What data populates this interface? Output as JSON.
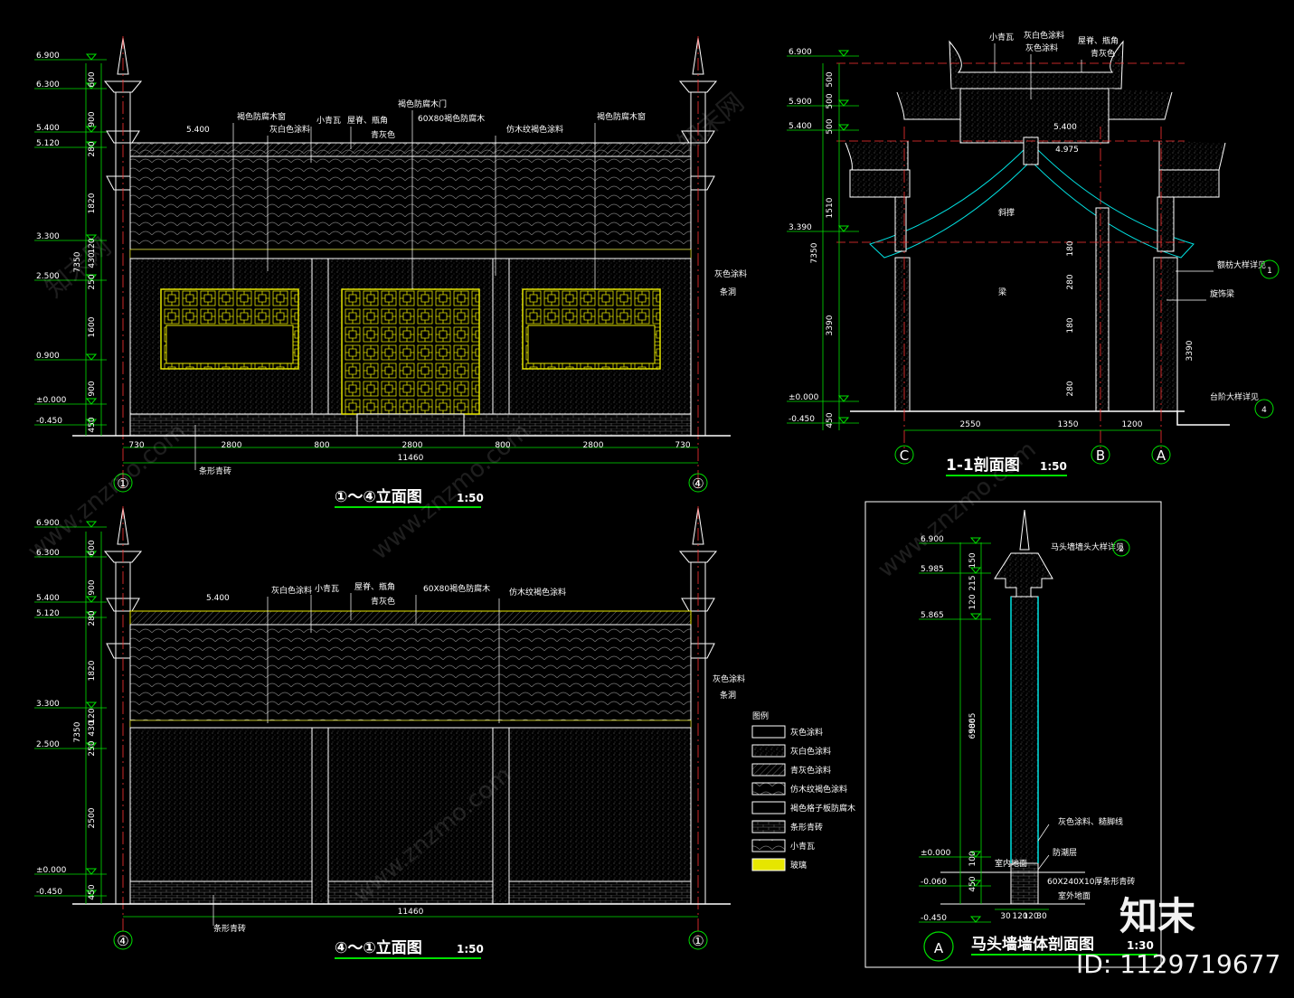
{
  "elev1": {
    "title": "①～④立面图",
    "scale": "1:50",
    "levels": [
      "6.900",
      "6.300",
      "5.400",
      "5.120",
      "3.300",
      "2.500",
      "0.900",
      "±0.000",
      "-0.450"
    ],
    "vdims": [
      "600",
      "900",
      "280",
      "1820",
      "120",
      "430",
      "250",
      "1600",
      "900",
      "450"
    ],
    "total_height": "7350",
    "hdims": [
      "730",
      "2800",
      "800",
      "2800",
      "800",
      "2800",
      "730"
    ],
    "total_width": "11460",
    "ridge_level": "5.400",
    "labels": [
      "褐色防腐木窗",
      "灰白色涂料",
      "小青瓦",
      "屋脊、瓶角",
      "青灰色",
      "褐色防腐木门",
      "60X80褐色防腐木",
      "仿木纹褐色涂料",
      "褐色防腐木窗",
      "灰色涂料",
      "条洞",
      "条形青砖"
    ],
    "axis_left": "①",
    "axis_right": "④"
  },
  "elev2": {
    "title": "④～①立面图",
    "scale": "1:50",
    "levels": [
      "6.900",
      "6.300",
      "5.400",
      "5.120",
      "3.300",
      "2.500",
      "±0.000",
      "-0.450"
    ],
    "vdims": [
      "600",
      "900",
      "280",
      "1820",
      "120",
      "430",
      "250",
      "2500",
      "450"
    ],
    "total_height": "7350",
    "total_width": "11460",
    "ridge_level": "5.400",
    "labels": [
      "灰白色涂料",
      "小青瓦",
      "屋脊、瓶角",
      "青灰色",
      "60X80褐色防腐木",
      "仿木纹褐色涂料",
      "灰色涂料",
      "条洞",
      "条形青砖"
    ],
    "axis_left": "④",
    "axis_right": "①"
  },
  "section": {
    "title": "1-1剖面图",
    "scale": "1:50",
    "levels": [
      "6.900",
      "5.900",
      "5.400",
      "3.390",
      "±0.000",
      "-0.450"
    ],
    "vdims": [
      "500",
      "500",
      "500",
      "1510",
      "3390",
      "450"
    ],
    "total_height": "7350",
    "hdims": [
      "2550",
      "1350",
      "1200"
    ],
    "inner_dims": [
      "5.400",
      "4.975",
      "180",
      "280",
      "180",
      "3390",
      "280"
    ],
    "labels": [
      "小青瓦",
      "灰白色涂料",
      "灰色涂料",
      "屋脊、瓶角",
      "青灰色",
      "斜撑",
      "梁",
      "额枋大样详见",
      "旋饰梁",
      "台阶大样详见"
    ],
    "callouts": [
      "1",
      "4"
    ],
    "axes": [
      "C",
      "B",
      "A"
    ]
  },
  "wall": {
    "title": "马头墙墙体剖面图",
    "scale": "1:30",
    "tag": "A",
    "levels": [
      "6.900",
      "5.985",
      "5.865",
      "±0.000",
      "-0.060",
      "-0.450"
    ],
    "vdims": [
      "150",
      "215",
      "120",
      "5865",
      "6900",
      "100",
      "450"
    ],
    "hdims": [
      "30",
      "120",
      "120",
      "30"
    ],
    "labels": [
      "马头墙墙头大样详见",
      "灰色涂料、糙脚线",
      "防潮层",
      "室内地面",
      "60X240X10厚条形青砖",
      "室外地面"
    ],
    "callout": "2"
  },
  "legend": {
    "title": "图例",
    "items": [
      "灰色涂料",
      "灰白色涂料",
      "青灰色涂料",
      "仿木纹褐色涂料",
      "褐色格子板防腐木",
      "条形青砖",
      "小青瓦",
      "玻璃"
    ]
  },
  "watermark": {
    "brand": "知末",
    "id": "ID: 1129719677",
    "site": "www.znzmo.com",
    "site_cn": "知末网"
  },
  "colors": {
    "line": "#ffffff",
    "dim": "#00e000",
    "window": "#e6e600",
    "level": "#00e000",
    "axis": "#ff3333",
    "hatch": "#00e0e0"
  }
}
